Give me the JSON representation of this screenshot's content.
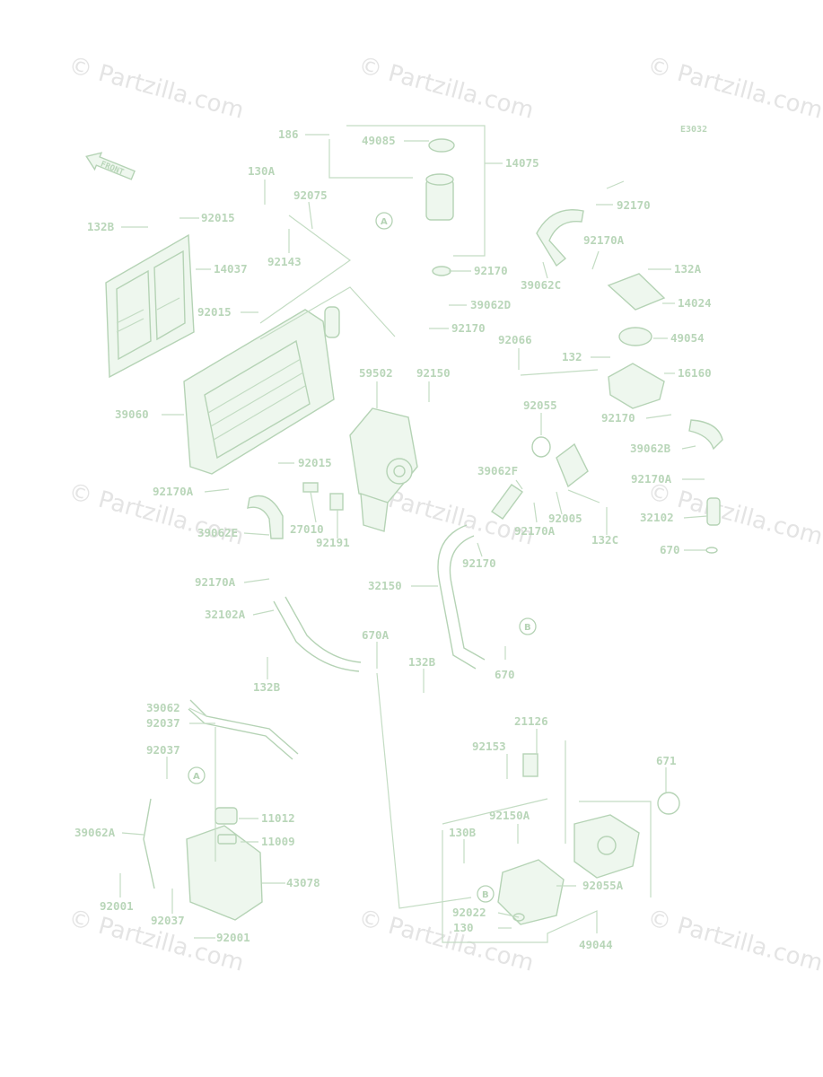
{
  "diagram_code": "E3032",
  "front_label": "FRONT",
  "watermark": "© Partzilla.com",
  "callouts": [
    "A",
    "B"
  ],
  "labels": {
    "l186": "186",
    "l49085": "49085",
    "l14075": "14075",
    "l130A": "130A",
    "l92075": "92075",
    "l132B_top": "132B",
    "l92015_a": "92015",
    "l92143": "92143",
    "l14037": "14037",
    "l92170_top": "92170",
    "l92170_b": "92170",
    "l92170A_top": "92170A",
    "l39062C": "39062C",
    "l132A": "132A",
    "l14024": "14024",
    "l92015_b": "92015",
    "l39062D": "39062D",
    "l92170_c": "92170",
    "l49054": "49054",
    "l92066": "92066",
    "l132": "132",
    "l59502": "59502",
    "l92150": "92150",
    "l16160": "16160",
    "l39060": "39060",
    "l92055": "92055",
    "l92170_d": "92170",
    "l39062B": "39062B",
    "l92015_c": "92015",
    "l39062F": "39062F",
    "l92170A_r": "92170A",
    "l92170A_l": "92170A",
    "l92005": "92005",
    "l32102": "32102",
    "l27010": "27010",
    "l39062E": "39062E",
    "l92191": "92191",
    "l92170A_m": "92170A",
    "l132C": "132C",
    "l670_r": "670",
    "l92170_e": "92170",
    "l92170A_bl": "92170A",
    "l32150": "32150",
    "l32102A": "32102A",
    "l670A": "670A",
    "l132B_mid": "132B",
    "l670": "670",
    "l132B_l": "132B",
    "l39062": "39062",
    "l92037_a": "92037",
    "l21126": "21126",
    "l92037_b": "92037",
    "l92153": "92153",
    "l671": "671",
    "l11012": "11012",
    "l92150A": "92150A",
    "l39062A": "39062A",
    "l11009": "11009",
    "l130B": "130B",
    "l43078": "43078",
    "l92055A": "92055A",
    "l92001_a": "92001",
    "l92037_c": "92037",
    "l92022": "92022",
    "l130": "130",
    "l92001_b": "92001",
    "l49044": "49044"
  }
}
